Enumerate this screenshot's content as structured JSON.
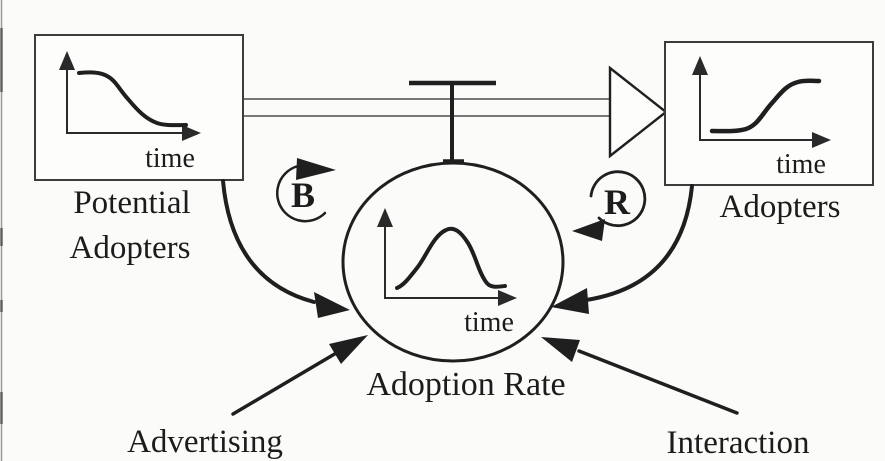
{
  "colors": {
    "paper": "#fbfbfa",
    "ink": "#1f1f1f",
    "box-stroke": "#3c3c3c",
    "pipe": "#4d4d4d",
    "text": "#1c1c1c"
  },
  "stocks": {
    "potential_adopters": {
      "label_line1": "Potential",
      "label_line2": "Adopters",
      "axis_label": "time",
      "curve": "declining-s-curve"
    },
    "adopters": {
      "label": "Adopters",
      "axis_label": "time",
      "curve": "rising-s-curve"
    }
  },
  "flow": {
    "label": "Adoption Rate",
    "axis_label": "time",
    "curve": "bell-curve"
  },
  "loops": {
    "balancing": {
      "label": "B"
    },
    "reinforcing": {
      "label": "R"
    }
  },
  "external_inputs": {
    "advertising": {
      "label": "Advertising"
    },
    "interaction": {
      "label": "Interaction"
    }
  }
}
